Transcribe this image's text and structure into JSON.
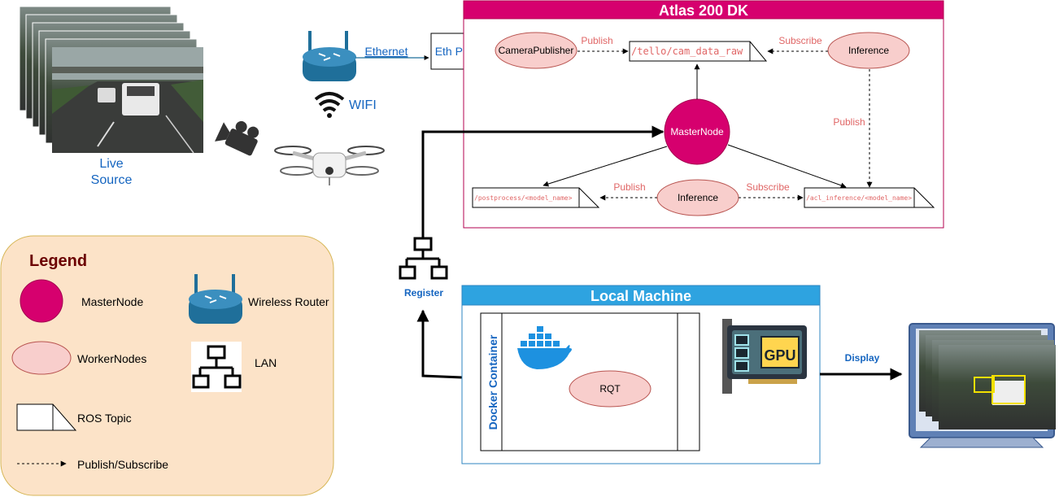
{
  "atlas": {
    "title": "Atlas 200 DK"
  },
  "local": {
    "title": "Local Machine",
    "container_label": "Docker Container",
    "rqt": "RQT"
  },
  "nodes": {
    "master": "MasterNode",
    "camera_publisher": "CameraPublisher",
    "inference_top": "Inference",
    "inference_bottom": "Inference"
  },
  "topics": {
    "cam_raw": "/tello/cam_data_raw",
    "postprocess": "/postprocess/<model_name>",
    "acl_inference": "/acl_inference/<model_name>"
  },
  "edges": {
    "publish_1": "Publish",
    "subscribe_1": "Subscribe",
    "publish_2": "Publish",
    "publish_3": "Publish",
    "subscribe_2": "Subscribe"
  },
  "left": {
    "source_line1": "Live",
    "source_line2": "Source",
    "ethernet": "Ethernet",
    "eth_port": "Eth Port",
    "wifi": "WIFI",
    "register": "Register",
    "display": "Display",
    "gpu": "GPU"
  },
  "legend": {
    "title": "Legend",
    "master": "MasterNode",
    "worker": "WorkerNodes",
    "topic": "ROS Topic",
    "pubsub": "Publish/Subscribe",
    "router": "Wireless Router",
    "lan": "LAN"
  },
  "colors": {
    "master": "#d6006e",
    "worker": "#f8cecc",
    "atlas_border": "#b3004f",
    "local_header": "#2ea3e0",
    "legend_bg": "#fce3c8",
    "legend_border": "#d6b656",
    "router_blue": "#1f6f9a",
    "dark_text": "#6b0000"
  }
}
